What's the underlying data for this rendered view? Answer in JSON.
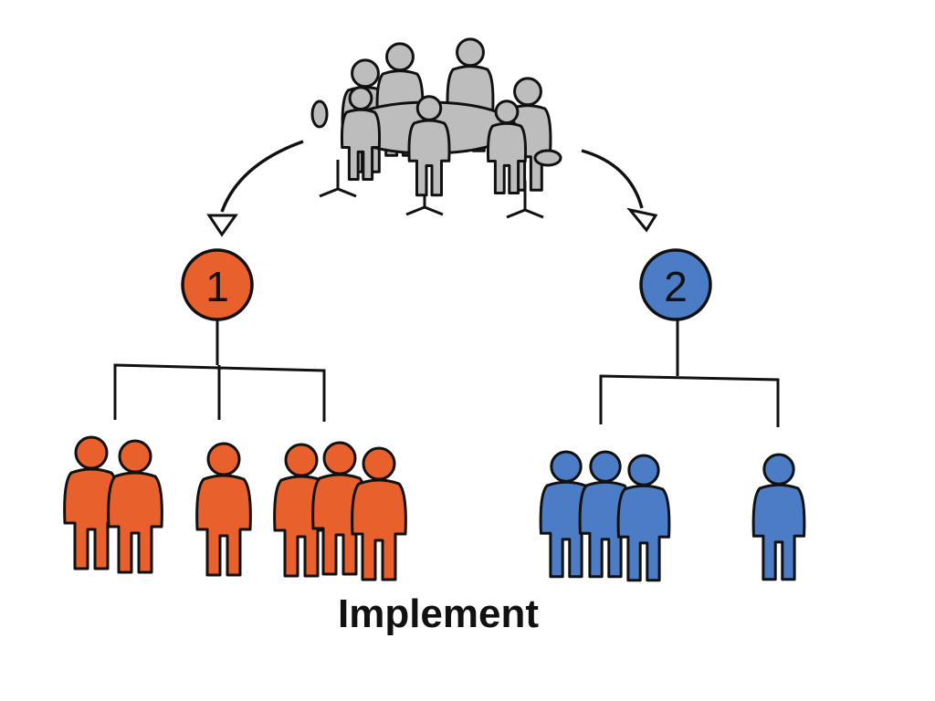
{
  "diagram": {
    "caption": "Implement",
    "groups": [
      {
        "label": "1",
        "color": "#e8602c",
        "teams": [
          2,
          1,
          3
        ]
      },
      {
        "label": "2",
        "color": "#4d7cc6",
        "teams": [
          3,
          1
        ]
      }
    ],
    "meeting_color": "#bdbdbd",
    "ink_color": "#111111"
  }
}
